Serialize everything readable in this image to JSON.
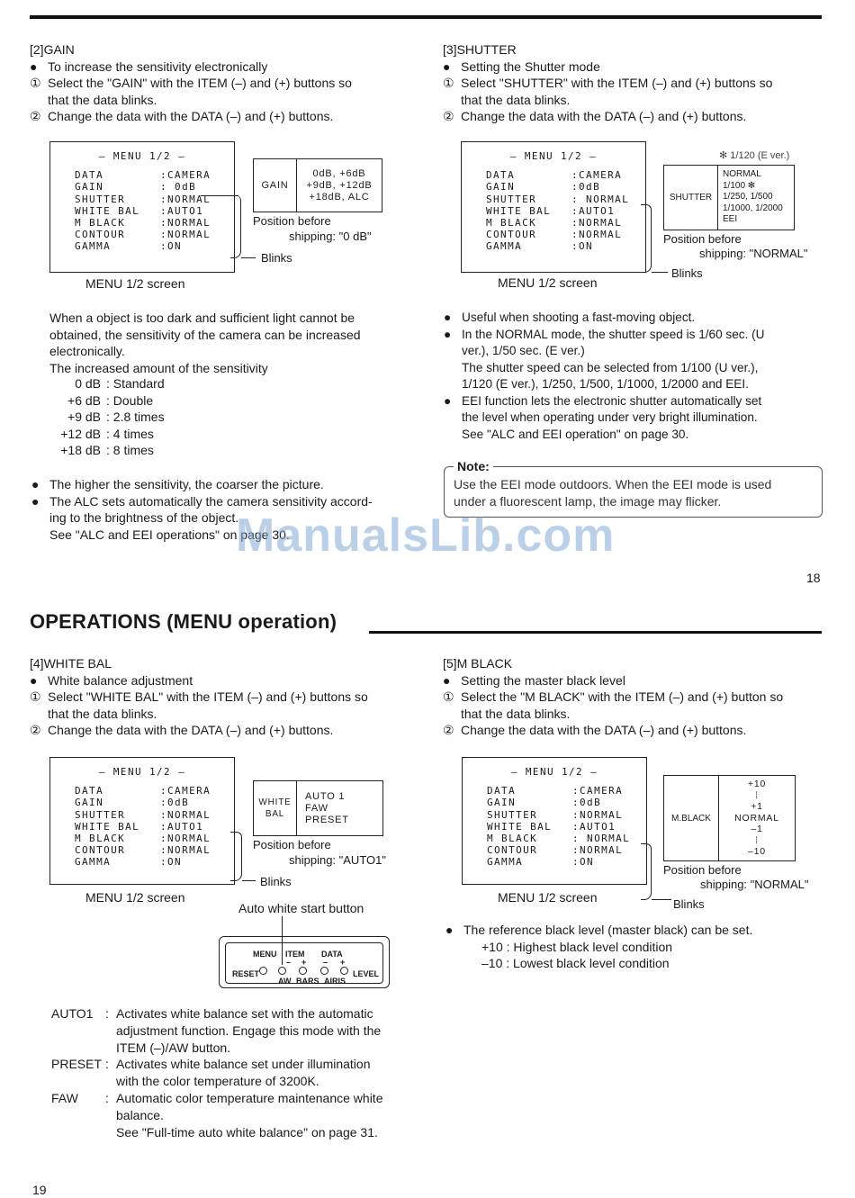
{
  "page18": {
    "gain": {
      "heading": "[2]GAIN",
      "bullet": "To increase the sensitivity electronically",
      "step1_num": "①",
      "step1a": "Select the \"GAIN\" with the ITEM (–) and (+) buttons so",
      "step1b": "that the data blinks.",
      "step2_num": "②",
      "step2": "Change the data with the DATA (–) and (+) buttons.",
      "menu": {
        "title": "– MENU  1/2 –",
        "rows": [
          {
            "k": "DATA",
            "v": ":CAMERA"
          },
          {
            "k": "GAIN",
            "v": ": 0dB"
          },
          {
            "k": "SHUTTER",
            "v": ":NORMAL"
          },
          {
            "k": "WHITE BAL",
            "v": ":AUTO1"
          },
          {
            "k": "M BLACK",
            "v": ":NORMAL"
          },
          {
            "k": "CONTOUR",
            "v": ":NORMAL"
          },
          {
            "k": "GAMMA",
            "v": ":ON"
          }
        ]
      },
      "caption": "MENU 1/2 screen",
      "option_label": "GAIN",
      "option_vals": [
        "0dB, +6dB",
        "+9dB, +12dB",
        "+18dB, ALC"
      ],
      "pos_before": "Position before",
      "shipping": "shipping: \"0 dB\"",
      "blinks": "Blinks",
      "para1": "When a object is too dark and sufficient light cannot be",
      "para2": "obtained, the sensitivity of the camera can be increased",
      "para3": "electronically.",
      "para4": "The increased amount of the sensitivity",
      "levels": [
        {
          "db": "0 dB",
          "desc": ": Standard"
        },
        {
          "db": "+6 dB",
          "desc": ": Double"
        },
        {
          "db": "+9 dB",
          "desc": ": 2.8 times"
        },
        {
          "db": "+12 dB",
          "desc": ": 4 times"
        },
        {
          "db": "+18 dB",
          "desc": ": 8 times"
        }
      ],
      "b2": "The higher the sensitivity, the coarser the picture.",
      "b3a": "The ALC sets automatically the camera sensitivity accord-",
      "b3b": "ing to the brightness of the object.",
      "b3c": "See \"ALC and EEI operations\" on page 30."
    },
    "shutter": {
      "heading": "[3]SHUTTER",
      "bullet": "Setting the Shutter mode",
      "step1_num": "①",
      "step1a": "Select \"SHUTTER\" with the ITEM (–) and (+) buttons so",
      "step1b": "that the data blinks.",
      "step2_num": "②",
      "step2": "Change the data with the DATA (–) and (+) buttons.",
      "menu": {
        "title": "– MENU  1/2 –",
        "rows": [
          {
            "k": "DATA",
            "v": ":CAMERA"
          },
          {
            "k": "GAIN",
            "v": ":0dB"
          },
          {
            "k": "SHUTTER",
            "v": ": NORMAL"
          },
          {
            "k": "WHITE BAL",
            "v": ":AUTO1"
          },
          {
            "k": "M BLACK",
            "v": ":NORMAL"
          },
          {
            "k": "CONTOUR",
            "v": ":NORMAL"
          },
          {
            "k": "GAMMA",
            "v": ":ON"
          }
        ]
      },
      "caption": "MENU 1/2 screen",
      "eu_note": "✻ 1/120 (E ver.)",
      "option_label": "SHUTTER",
      "option_vals": [
        "NORMAL",
        "1/100 ✻",
        "1/250, 1/500",
        "1/1000, 1/2000",
        "EEI"
      ],
      "pos_before": "Position before",
      "shipping": "shipping: \"NORMAL\"",
      "blinks": "Blinks",
      "b1": "Useful when shooting a fast-moving object.",
      "b2a": "In the NORMAL mode, the shutter speed is 1/60 sec. (U",
      "b2b": "ver.), 1/50 sec. (E ver.)",
      "b2c": "The shutter speed can be selected from 1/100 (U ver.),",
      "b2d": "1/120 (E ver.), 1/250, 1/500, 1/1000, 1/2000 and EEI.",
      "b3a": "EEI function lets the electronic shutter automatically set",
      "b3b": "the level when operating under very bright illumination.",
      "b3c": "See \"ALC and EEI operation\" on page 30.",
      "note_title": "Note:",
      "note1": "Use the EEI mode outdoors. When the EEI mode is used",
      "note2": "under a fluorescent lamp, the image may flicker."
    },
    "watermark": "ManualsLib.com",
    "page_number": "18"
  },
  "page19": {
    "title": "OPERATIONS (MENU operation)",
    "wb": {
      "heading": "[4]WHITE BAL",
      "bullet": "White balance adjustment",
      "step1_num": "①",
      "step1a": "Select \"WHITE BAL\" with the ITEM (–) and (+) buttons so",
      "step1b": "that the data blinks.",
      "step2_num": "②",
      "step2": "Change the data with the DATA (–) and (+) buttons.",
      "menu": {
        "title": "– MENU  1/2 –",
        "rows": [
          {
            "k": "DATA",
            "v": ":CAMERA"
          },
          {
            "k": "GAIN",
            "v": ":0dB"
          },
          {
            "k": "SHUTTER",
            "v": ":NORMAL"
          },
          {
            "k": "WHITE BAL",
            "v": ":AUTO1"
          },
          {
            "k": "M BLACK",
            "v": ":NORMAL"
          },
          {
            "k": "CONTOUR",
            "v": ":NORMAL"
          },
          {
            "k": "GAMMA",
            "v": ":ON"
          }
        ]
      },
      "caption": "MENU 1/2 screen",
      "option_label1": "WHITE",
      "option_label2": "BAL",
      "option_vals": [
        "AUTO 1",
        "FAW",
        "PRESET"
      ],
      "pos_before": "Position before",
      "shipping": "shipping: \"AUTO1\"",
      "blinks": "Blinks",
      "auto_white_label": "Auto white start button",
      "panel": {
        "menu": "MENU",
        "item": "ITEM",
        "data": "DATA",
        "minus1": "–",
        "plus1": "+",
        "minus2": "–",
        "plus2": "+",
        "reset": "RESET",
        "aw": "AW",
        "bars": "BARS",
        "airis": "AIRIS",
        "level": "LEVEL"
      },
      "defs": [
        {
          "k": "AUTO1",
          "lines": [
            "Activates white balance set with the automatic",
            "adjustment function. Engage this mode with the",
            "ITEM (–)/AW button."
          ]
        },
        {
          "k": "PRESET",
          "lines": [
            "Activates white balance set under illumination",
            "with the color temperature of 3200K."
          ]
        },
        {
          "k": "FAW",
          "lines": [
            "Automatic color temperature maintenance white",
            "balance.",
            "See \"Full-time auto white balance\" on page 31."
          ]
        }
      ]
    },
    "mblack": {
      "heading": "[5]M BLACK",
      "bullet": "Setting the master black level",
      "step1_num": "①",
      "step1a": "Select the \"M BLACK\" with the ITEM (–) and (+) button so",
      "step1b": "that the data blinks.",
      "step2_num": "②",
      "step2": "Change the data with the DATA (–) and (+) buttons.",
      "menu": {
        "title": "– MENU  1/2 –",
        "rows": [
          {
            "k": "DATA",
            "v": ":CAMERA"
          },
          {
            "k": "GAIN",
            "v": ":0dB"
          },
          {
            "k": "SHUTTER",
            "v": ":NORMAL"
          },
          {
            "k": "WHITE BAL",
            "v": ":AUTO1"
          },
          {
            "k": "M BLACK",
            "v": ": NORMAL"
          },
          {
            "k": "CONTOUR",
            "v": ":NORMAL"
          },
          {
            "k": "GAMMA",
            "v": ":ON"
          }
        ]
      },
      "caption": "MENU 1/2 screen",
      "option_label": "M.BLACK",
      "option_vals": [
        "+10",
        "⁞",
        "+1",
        "NORMAL",
        "–1",
        "⁞",
        "–10"
      ],
      "pos_before": "Position before",
      "shipping": "shipping: \"NORMAL\"",
      "blinks": "Blinks",
      "b1": "The reference black level (master black) can be set.",
      "l1": "+10 : Highest black level condition",
      "l2": "–10 : Lowest black level condition"
    },
    "page_number": "19"
  },
  "bullet_char": "●"
}
